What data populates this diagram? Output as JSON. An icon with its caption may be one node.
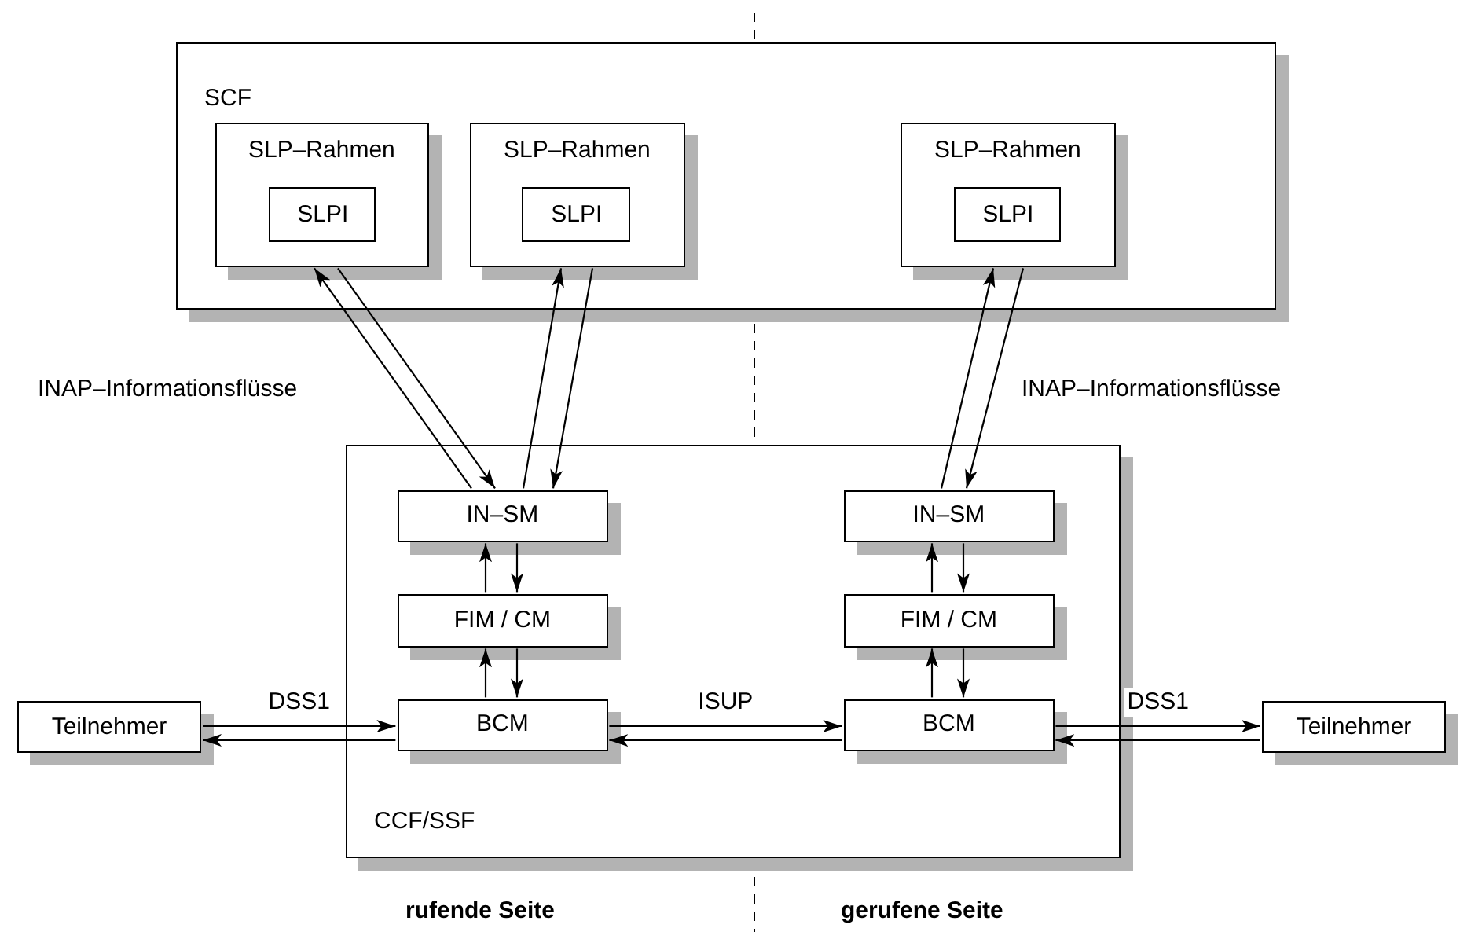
{
  "diagram": {
    "nodes": [
      {
        "text": [
          "SCF"
        ]
      },
      {
        "text": [
          "SLP–Rahmen"
        ],
        "in": 0
      },
      {
        "text": [
          "SLPI"
        ],
        "in": 1
      },
      {
        "text": [
          "SLP–Rahmen"
        ],
        "in": 0
      },
      {
        "text": [
          "SLPI"
        ],
        "in": 3
      },
      {
        "text": [
          "SLP–Rahmen"
        ],
        "in": 0
      },
      {
        "text": [
          "SLPI"
        ],
        "in": 5
      },
      {
        "text": [
          "CCF/SSF"
        ]
      },
      {
        "text": [
          "IN–SM"
        ],
        "in": 7
      },
      {
        "text": [
          "FIM / CM"
        ],
        "in": 7
      },
      {
        "text": [
          "BCM"
        ],
        "in": 7
      },
      {
        "text": [
          "IN–SM"
        ],
        "in": 7
      },
      {
        "text": [
          "FIM / CM"
        ],
        "in": 7
      },
      {
        "text": [
          "BCM"
        ],
        "in": 7
      },
      {
        "text": [
          "Teilnehmer"
        ]
      },
      {
        "text": [
          "Teilnehmer"
        ]
      }
    ],
    "edges": [
      {
        "from": 8,
        "to": 1,
        "arrow": "to"
      },
      {
        "from": 1,
        "to": 8,
        "arrow": "to"
      },
      {
        "from": 8,
        "to": 3,
        "arrow": "to"
      },
      {
        "from": 3,
        "to": 8,
        "arrow": "to"
      },
      {
        "from": 11,
        "to": 5,
        "arrow": "to"
      },
      {
        "from": 5,
        "to": 11,
        "arrow": "to"
      },
      {
        "from": 9,
        "to": 8,
        "arrow": "to"
      },
      {
        "from": 8,
        "to": 9,
        "arrow": "to"
      },
      {
        "from": 10,
        "to": 9,
        "arrow": "to"
      },
      {
        "from": 9,
        "to": 10,
        "arrow": "to"
      },
      {
        "from": 12,
        "to": 11,
        "arrow": "to"
      },
      {
        "from": 11,
        "to": 12,
        "arrow": "to"
      },
      {
        "from": 13,
        "to": 12,
        "arrow": "to"
      },
      {
        "from": 12,
        "to": 13,
        "arrow": "to"
      },
      {
        "from": 14,
        "to": 10,
        "arrow": "to",
        "label": "DSS1"
      },
      {
        "from": 10,
        "to": 14,
        "arrow": "to"
      },
      {
        "from": 10,
        "to": 13,
        "arrow": "to",
        "label": "ISUP"
      },
      {
        "from": 13,
        "to": 10,
        "arrow": "to"
      },
      {
        "from": 13,
        "to": 15,
        "arrow": "to",
        "label": "DSS1"
      },
      {
        "from": 15,
        "to": 13,
        "arrow": "to"
      }
    ],
    "labels": [
      "INAP–Informationsflüsse",
      "INAP–Informationsflüsse",
      "rufende Seite",
      "gerufene Seite"
    ]
  }
}
